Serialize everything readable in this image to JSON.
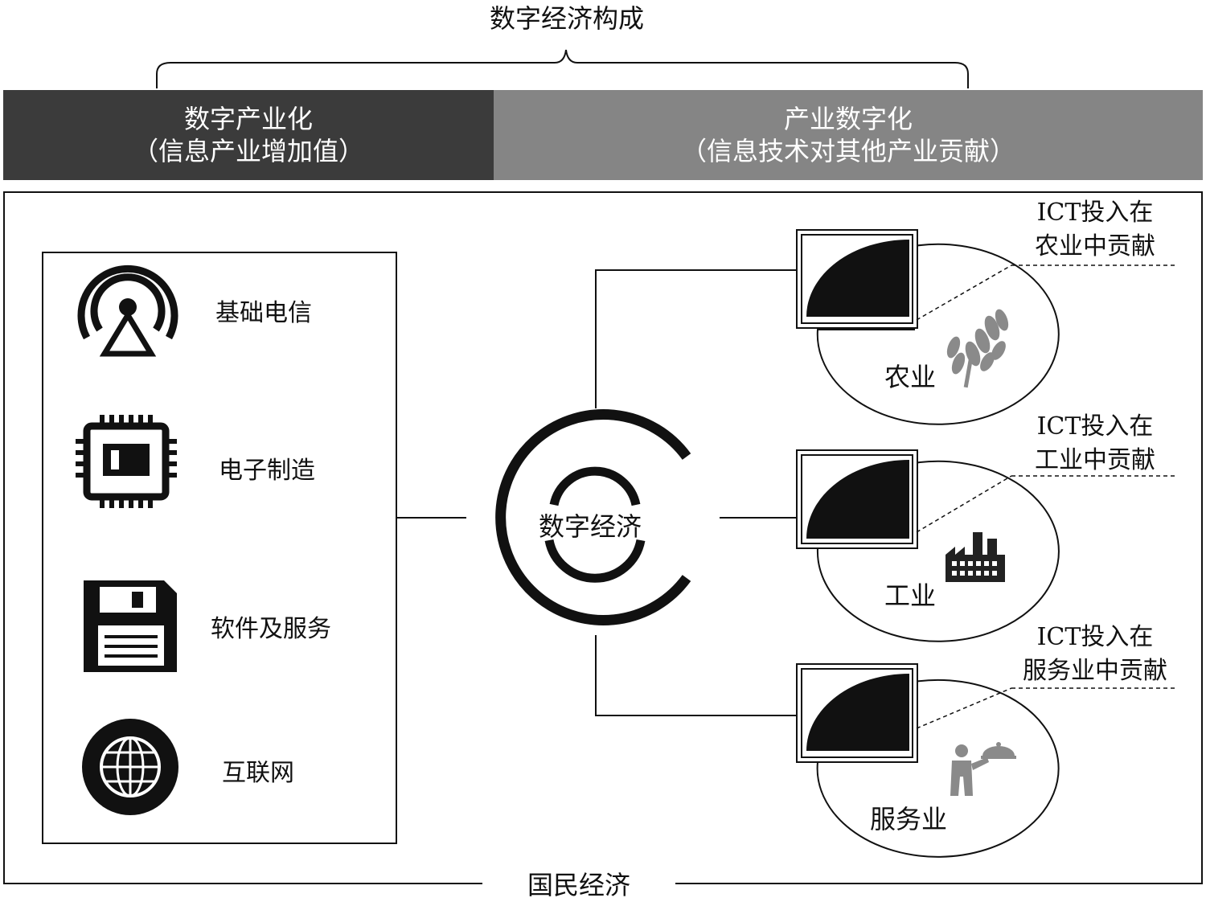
{
  "title": "数字经济构成",
  "bands": {
    "left": {
      "line1": "数字产业化",
      "line2": "（信息产业增加值）"
    },
    "right": {
      "line1": "产业数字化",
      "line2": "（信息技术对其他产业贡献）"
    }
  },
  "left_panel": {
    "items": [
      {
        "label": "基础电信",
        "icon": "radio-tower-icon"
      },
      {
        "label": "电子制造",
        "icon": "microchip-icon"
      },
      {
        "label": "软件及服务",
        "icon": "floppy-disk-icon"
      },
      {
        "label": "互联网",
        "icon": "globe-icon"
      }
    ]
  },
  "center": {
    "label": "数字经济"
  },
  "sectors": [
    {
      "name": "农业",
      "ict_line1": "ICT投入在",
      "ict_line2": "农业中贡献",
      "icon": "wheat-icon"
    },
    {
      "name": "工业",
      "ict_line1": "ICT投入在",
      "ict_line2": "工业中贡献",
      "icon": "factory-icon"
    },
    {
      "name": "服务业",
      "ict_line1": "ICT投入在",
      "ict_line2": "服务业中贡献",
      "icon": "waiter-icon"
    }
  ],
  "bottom_label": "国民经济",
  "colors": {
    "dark_band": "#3b3b3b",
    "light_band": "#858585",
    "ink": "#111111"
  }
}
